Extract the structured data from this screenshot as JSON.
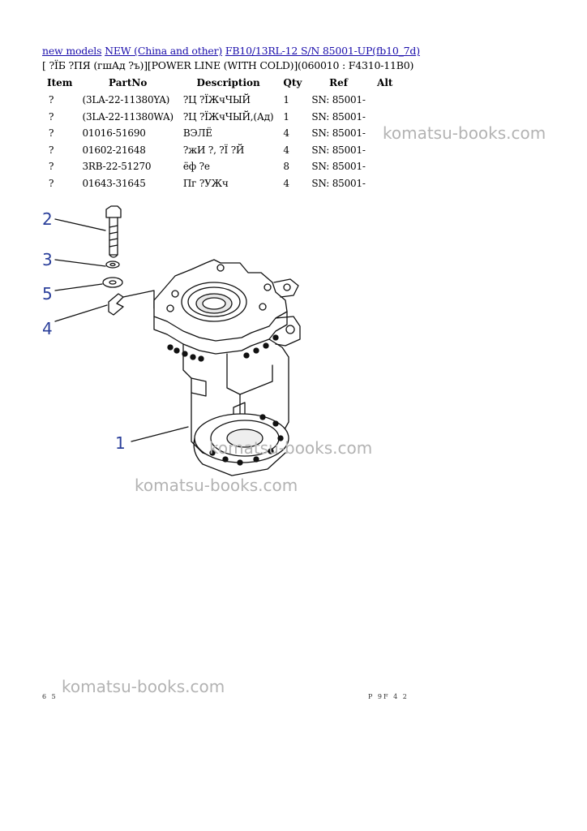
{
  "breadcrumb": {
    "link1": "new models",
    "link2": "NEW (China and other)",
    "link3": "FB10/13RL-12 S/N 85001-UP(fb10_7d)"
  },
  "heading": "[ ?ЇБ ?ПЯ (гшАд ?ъ)][POWER LINE (WITH COLD)](060010 : F4310-11B0)",
  "table": {
    "headers": [
      "Item",
      "PartNo",
      "Description",
      "Qty",
      "Ref",
      "Alt"
    ],
    "rows": [
      [
        "?",
        "(3LA-22-11380YA)",
        "?Ц ?ЇЖчЧЫЙ",
        "1",
        "SN: 85001-",
        ""
      ],
      [
        "?",
        "(3LA-22-11380WA)",
        "?Ц ?ЇЖчЧЫЙ,(Ад)",
        "1",
        "SN: 85001-",
        ""
      ],
      [
        "?",
        "01016-51690",
        "ВЭЛЁ",
        "4",
        "SN: 85001-",
        ""
      ],
      [
        "?",
        "01602-21648",
        "?жИ ?, ?Ї ?Й",
        "4",
        "SN: 85001-",
        ""
      ],
      [
        "?",
        "3RB-22-51270",
        "ёф ?е",
        "8",
        "SN: 85001-",
        ""
      ],
      [
        "?",
        "01643-31645",
        "Пг ?УЖч",
        "4",
        "SN: 85001-",
        ""
      ]
    ]
  },
  "diagram": {
    "callouts": [
      "2",
      "3",
      "5",
      "4",
      "1"
    ]
  },
  "watermarks": {
    "w1": "komatsu-books.com",
    "w2": "komatsu-books.com",
    "w3": "komatsu-books.com",
    "w4": "komatsu-books.com"
  },
  "footer": {
    "left": "6 5",
    "right": "P 9F 4 2"
  },
  "colors": {
    "link": "#1a0dab",
    "callout": "#2a3f9a",
    "watermark": "#b3b3b3"
  }
}
